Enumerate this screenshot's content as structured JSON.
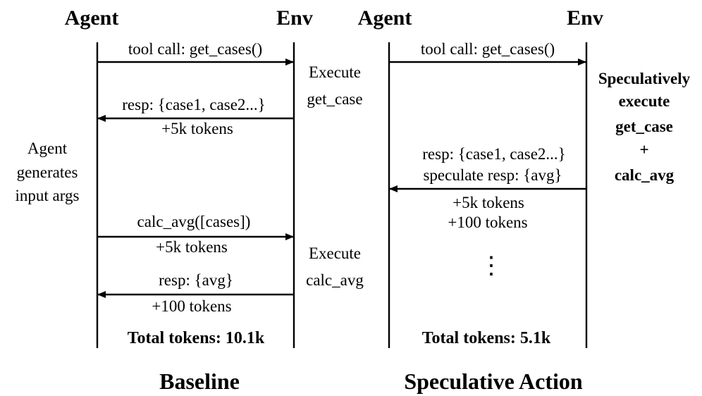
{
  "baseline": {
    "agent_label": "Agent",
    "env_label": "Env",
    "caption": "Baseline",
    "msg_tool_call": "tool call: get_cases()",
    "msg_resp_cases": "resp: {case1, case2...}",
    "msg_tokens_5k_a": "+5k tokens",
    "msg_calc_avg": "calc_avg([cases])",
    "msg_tokens_5k_b": "+5k tokens",
    "msg_resp_avg": "resp: {avg}",
    "msg_tokens_100": "+100 tokens",
    "env_exec1_line1": "Execute",
    "env_exec1_line2": "get_case",
    "env_exec2_line1": "Execute",
    "env_exec2_line2": "calc_avg",
    "agent_note_line1": "Agent",
    "agent_note_line2": "generates",
    "agent_note_line3": "input args",
    "total": "Total tokens: 10.1k"
  },
  "speculative": {
    "agent_label": "Agent",
    "env_label": "Env",
    "caption": "Speculative Action",
    "msg_tool_call": "tool call: get_cases()",
    "msg_resp_cases": "resp: {case1, case2...}",
    "msg_spec_resp": "speculate resp: {avg}",
    "msg_tokens_5k": "+5k tokens",
    "msg_tokens_100": "+100 tokens",
    "ellipsis": "⋮",
    "env_note_line1": "Speculatively",
    "env_note_line2": "execute",
    "env_note_line3": "get_case",
    "env_note_line4": "+",
    "env_note_line5": "calc_avg",
    "total": "Total tokens: 5.1k"
  },
  "colors": {
    "baseline_total": "#8b1a1a",
    "speculative_total": "#7fc97f",
    "line": "#000000"
  }
}
